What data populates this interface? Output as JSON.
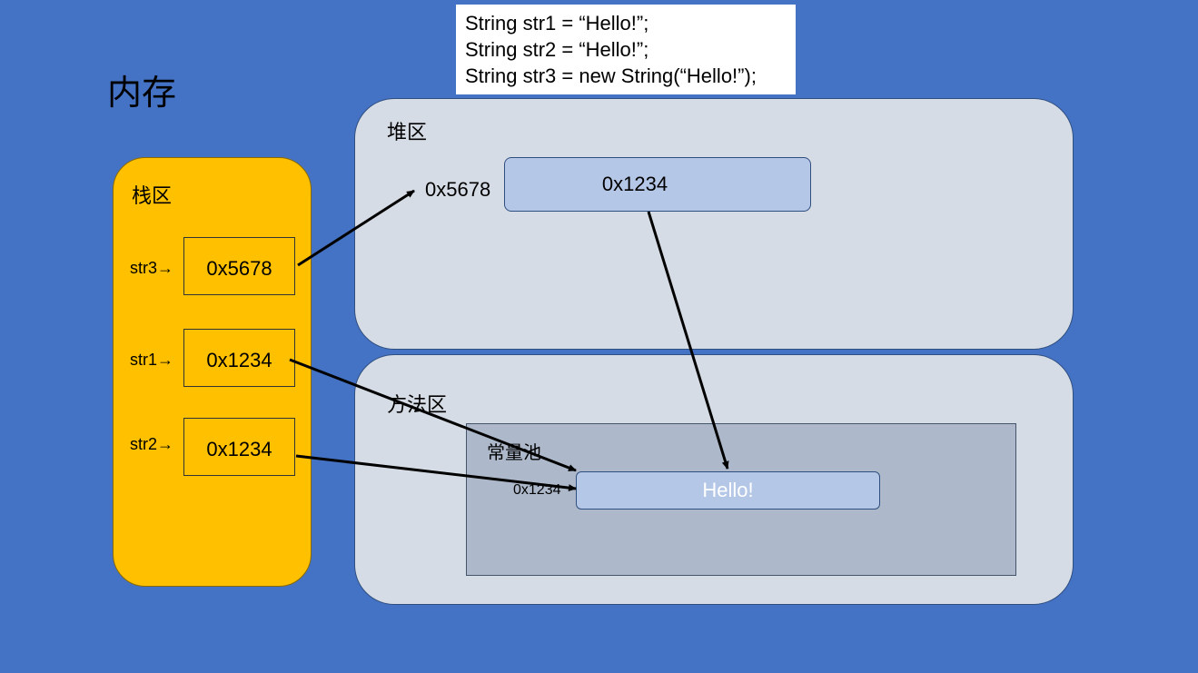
{
  "code": [
    "String str1 = “Hello!”;",
    "String str2 = “Hello!”;",
    "String str3 = new String(“Hello!”);"
  ],
  "memory_title": "内存",
  "stack": {
    "label": "栈区",
    "vars": [
      {
        "name": "str3→",
        "value": "0x5678"
      },
      {
        "name": "str1→",
        "value": "0x1234"
      },
      {
        "name": "str2→",
        "value": "0x1234"
      }
    ]
  },
  "heap": {
    "label": "堆区",
    "object_address": "0x5678",
    "object_value": "0x1234"
  },
  "method_area": {
    "label": "方法区",
    "pool_label": "常量池",
    "pool_address": "0x1234",
    "pool_value": "Hello!"
  },
  "colors": {
    "background": "#4472c4",
    "stack": "#ffc000",
    "region": "#d6dce5",
    "object": "#b4c7e7",
    "pool": "#adb9ca"
  }
}
